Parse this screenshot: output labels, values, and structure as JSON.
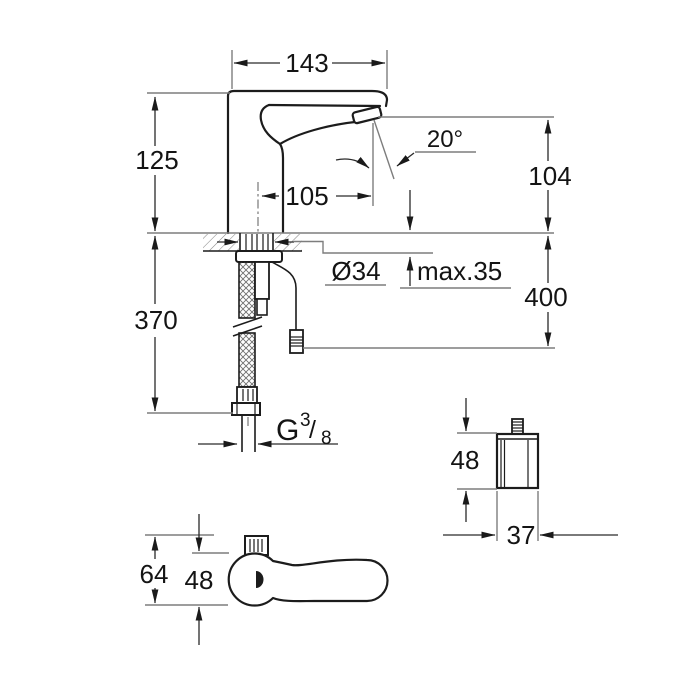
{
  "colors": {
    "background": "#ffffff",
    "object_line": "#1c1c1c",
    "dimension_line": "#7d7d7d",
    "text": "#141414"
  },
  "side_view": {
    "spout_length": "143",
    "height_above_deck": "125",
    "spout_reach": "105",
    "spray_angle": "20°",
    "outlet_height": "104",
    "hole_diameter": "Ø34",
    "max_deck_thickness": "max.35",
    "cable_length": "400",
    "hose_length": "370",
    "thread_g": "G",
    "thread_numerator": "3",
    "thread_slash": "/",
    "thread_denominator": "8"
  },
  "control_box_view": {
    "height": "48",
    "depth": "37"
  },
  "top_view": {
    "overall_width": "64",
    "body_diameter": "48"
  }
}
